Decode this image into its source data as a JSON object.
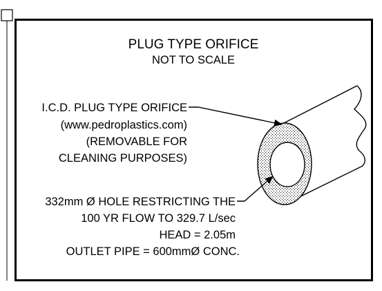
{
  "diagram": {
    "title": "PLUG TYPE ORIFICE",
    "subtitle": "NOT TO SCALE",
    "label_top": [
      "I.C.D.  PLUG TYPE ORIFICE",
      "(www.pedroplastics.com)",
      "(REMOVABLE FOR",
      "CLEANING PURPOSES)"
    ],
    "label_bottom": [
      "332mm Ø HOLE  RESTRICTING THE",
      "100 YR FLOW TO 329.7 L/sec",
      "HEAD = 2.05m",
      "OUTLET PIPE  = 600mmØ CONC."
    ]
  }
}
